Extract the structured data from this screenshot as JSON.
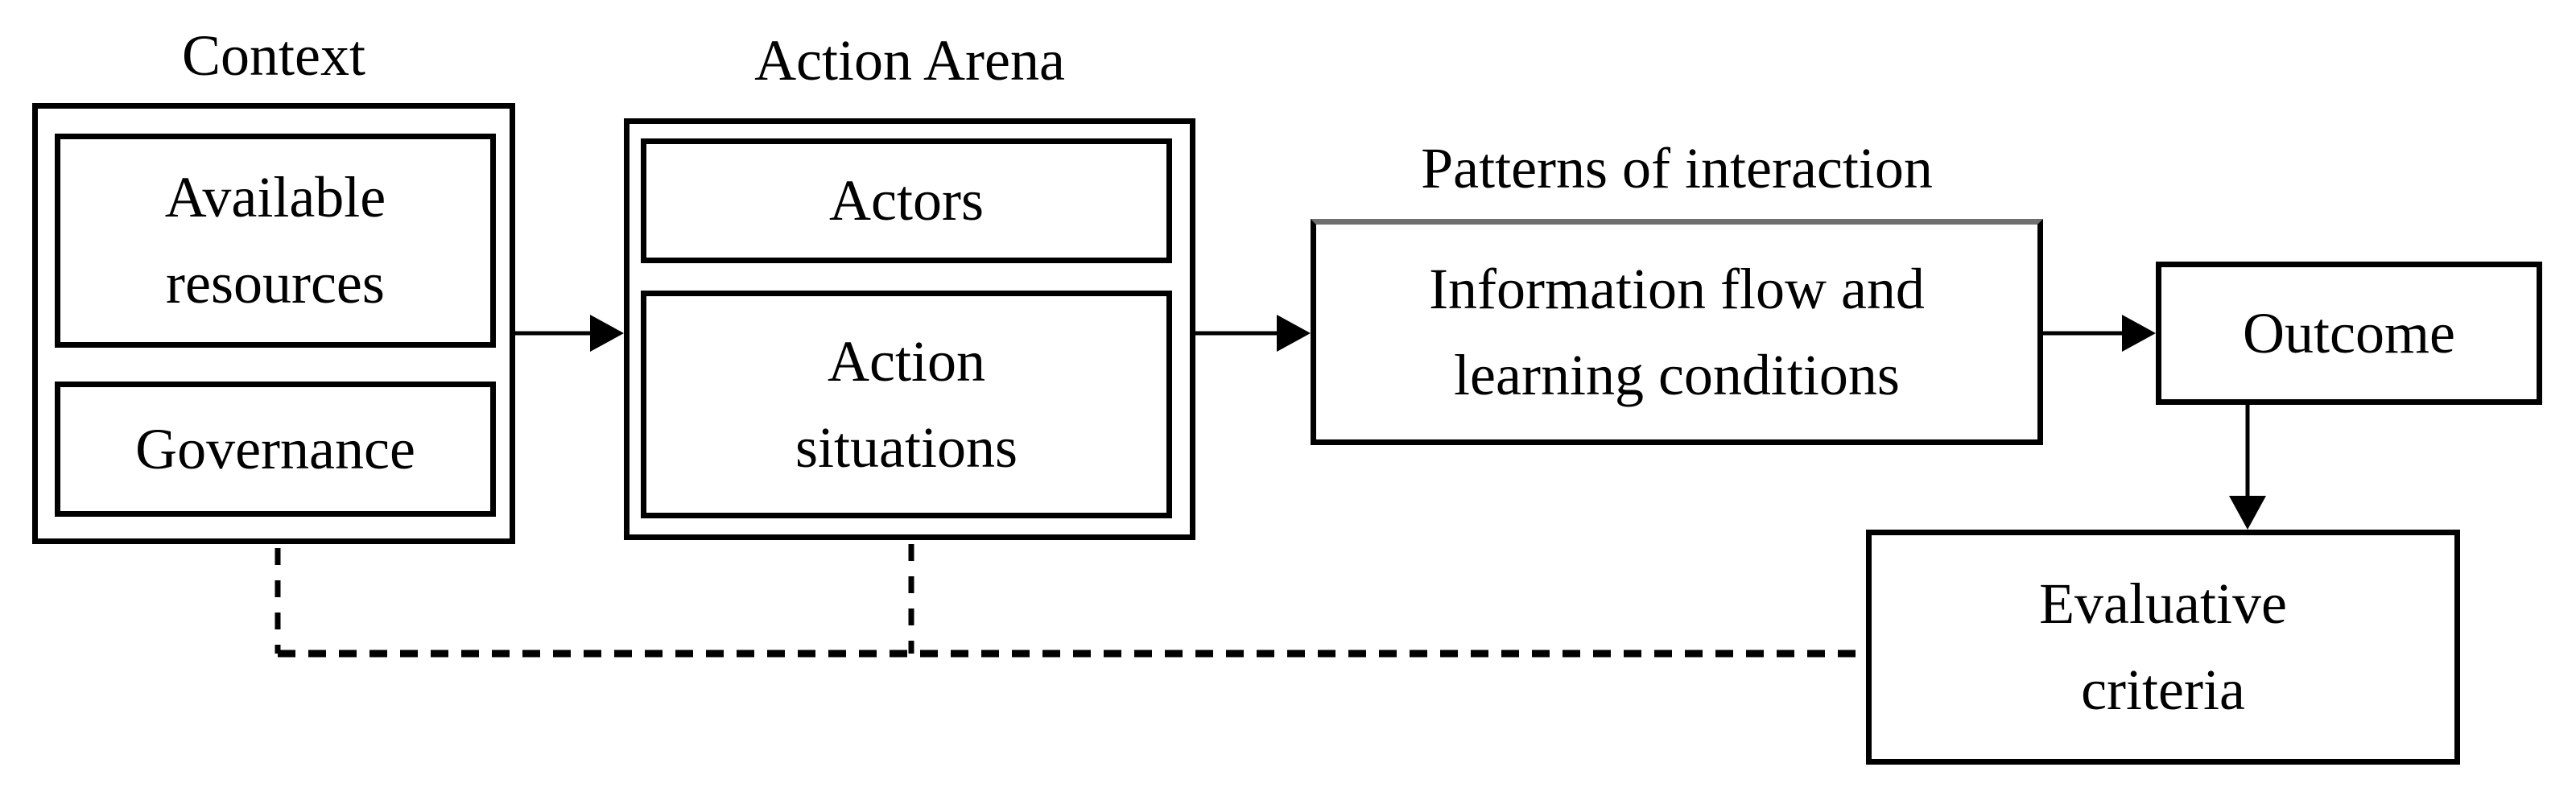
{
  "labels": {
    "context": "Context",
    "action_arena": "Action Arena",
    "patterns_of_interaction": "Patterns of interaction"
  },
  "boxes": {
    "available_resources": "Available\nresources",
    "governance": "Governance",
    "actors": "Actors",
    "action_situations": "Action\nsituations",
    "information_flow": "Information flow and\nlearning conditions",
    "outcome": "Outcome",
    "evaluative_criteria": "Evaluative\ncriteria"
  },
  "colors": {
    "line": "#000000",
    "background": "#ffffff",
    "info_box_top_border": "#6f6f6f"
  }
}
